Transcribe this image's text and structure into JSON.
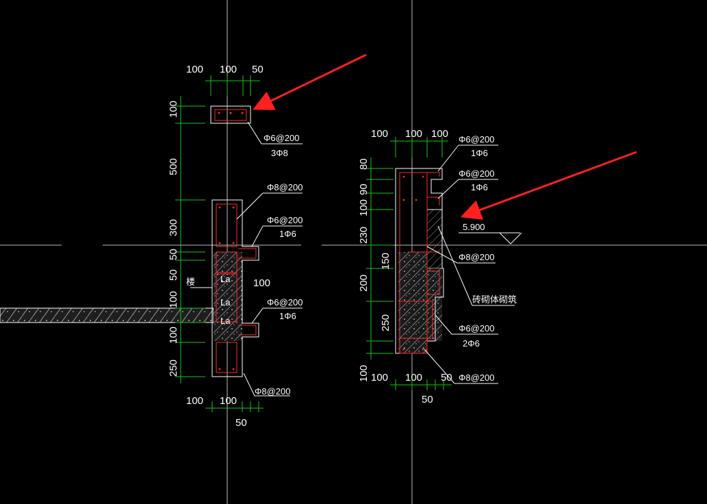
{
  "left_section": {
    "top_dims": [
      "100",
      "100",
      "50"
    ],
    "side_dims": [
      "100",
      "500",
      "300",
      "50",
      "50",
      "100",
      "100",
      "250"
    ],
    "bottom_dims": [
      "100",
      "100",
      "50"
    ],
    "labels": {
      "cap_stirrup": "Φ6@200",
      "cap_bars": "3Φ8",
      "wall_stirrup": "Φ8@200",
      "ledge1_stirrup": "Φ6@200",
      "ledge1_bars": "1Φ6",
      "ledge2_stirrup": "Φ6@200",
      "ledge2_bars": "1Φ6",
      "bottom_stirrup": "Φ8@200",
      "ledge_width": "100",
      "la1": "La",
      "la2": "La",
      "la3": "La",
      "slab_tag": "楼"
    }
  },
  "right_section": {
    "top_dims": [
      "100",
      "100",
      "100"
    ],
    "side_dims": [
      "80",
      "90",
      "100",
      "230",
      "150",
      "200",
      "250",
      "100"
    ],
    "bottom_dims": [
      "100",
      "100",
      "50",
      "50"
    ],
    "labels": {
      "s1_stirrup": "Φ6@200",
      "s1_bars": "1Φ6",
      "s2_stirrup": "Φ6@200",
      "s2_bars": "1Φ6",
      "elevation": "5.900",
      "s3_stirrup": "Φ8@200",
      "brick_note": "砖砌体砌筑",
      "s4_stirrup": "Φ6@200",
      "s4_bars": "2Φ6",
      "s5_stirrup": "Φ8@200"
    }
  },
  "colors": {
    "background": "#000000",
    "dimension": "#18c818",
    "outline": "#ffffff",
    "rebar": "#ff2a2a",
    "arrow": "#ff2020"
  }
}
